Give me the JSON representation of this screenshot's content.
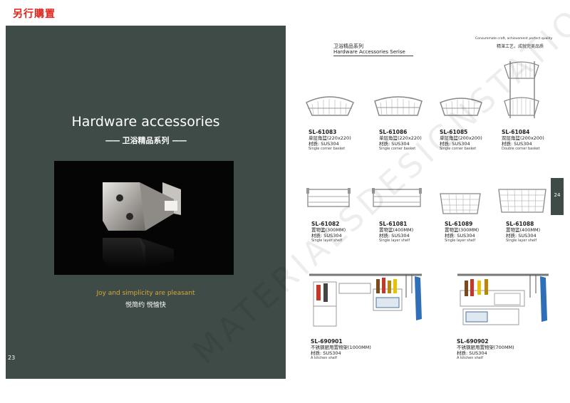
{
  "brand": {
    "name": "另行購置",
    "color": "#e0241b"
  },
  "left_page": {
    "title": "Hardware accessories",
    "subtitle": "卫浴精品系列",
    "tagline_en": "Joy and simplicity are pleasant",
    "tagline_cn": "悦简约  悦愉快",
    "page_number": "23",
    "panel_color": "#3e4b46",
    "accent_color": "#d6a93a"
  },
  "right_page": {
    "series_cn": "卫浴精品系列",
    "series_en": "Hardware  Accessories Serise",
    "craft_en": "Consummate craft, achievement perfect quality",
    "craft_cn": "精湛工艺，成就完美品质",
    "page_number": "24"
  },
  "watermark": "MATERIALSDESIGNSTATION",
  "products": [
    {
      "code": "SL-61083",
      "name": "单层角篮(220x220)",
      "material": "材质: SUS304",
      "en": "Single corner basket"
    },
    {
      "code": "SL-61086",
      "name": "单层角篮(220x220)",
      "material": "材质: SUS304",
      "en": "Single corner basket"
    },
    {
      "code": "SL-61085",
      "name": "单层角篮(200x200)",
      "material": "材质: SUS304",
      "en": "Single corner basket"
    },
    {
      "code": "SL-61084",
      "name": "双层角篮(200x200)",
      "material": "材质: SUS304",
      "en": "Double corner basket"
    },
    {
      "code": "SL-61082",
      "name": "置物篮(300MM)",
      "material": "材质: SUS304",
      "en": "Single layer shelf"
    },
    {
      "code": "SL-61081",
      "name": "置物篮(400MM)",
      "material": "材质: SUS304",
      "en": "Single layer shelf"
    },
    {
      "code": "SL-61089",
      "name": "置物篮(300MM)",
      "material": "材质: SUS304",
      "en": "Single layer shelf"
    },
    {
      "code": "SL-61088",
      "name": "置物篮(400MM)",
      "material": "材质: SUS304",
      "en": "Single layer shelf"
    },
    {
      "code": "SL-690901",
      "name": "不锈钢厨用置物架(1000MM)",
      "material": "材质: SUS304",
      "en": "A kitchen shelf"
    },
    {
      "code": "SL-690902",
      "name": "不锈钢厨用置物架(700MM)",
      "material": "材质: SUS304",
      "en": "A kitchen shelf"
    }
  ]
}
